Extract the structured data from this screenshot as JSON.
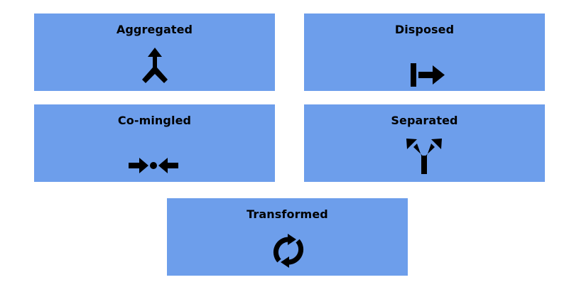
{
  "tiles": {
    "aggregated": {
      "label": "Aggregated",
      "icon": "merge-arrow-icon"
    },
    "disposed": {
      "label": "Disposed",
      "icon": "bar-right-arrow-icon"
    },
    "comingled": {
      "label": "Co-mingled",
      "icon": "converging-arrows-icon"
    },
    "separated": {
      "label": "Separated",
      "icon": "split-arrow-icon"
    },
    "transformed": {
      "label": "Transformed",
      "icon": "cycle-arrows-icon"
    }
  },
  "colors": {
    "tile_background": "#6d9eeb",
    "text": "#000000",
    "icon": "#000000",
    "page_background": "#ffffff"
  }
}
